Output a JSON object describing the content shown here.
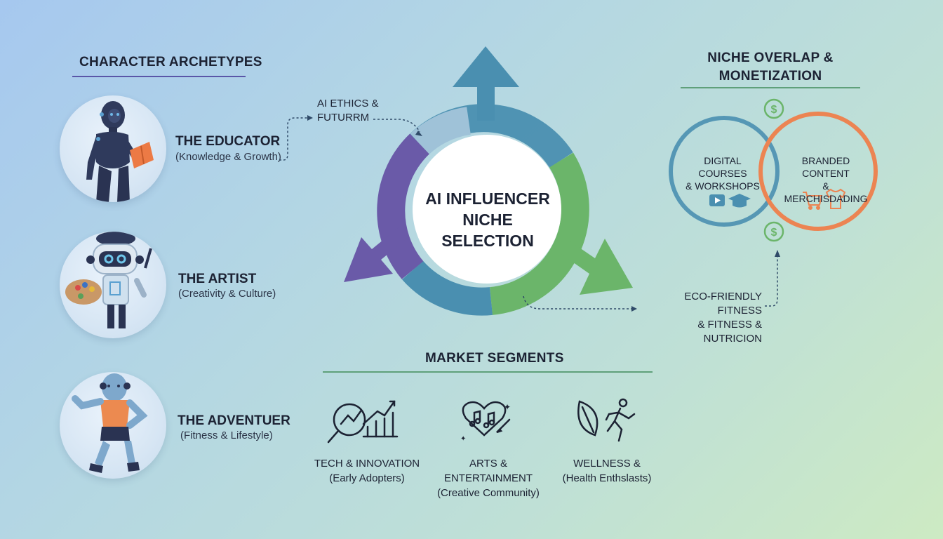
{
  "archetypes": {
    "heading": "CHARACTER ARCHETYPES",
    "items": [
      {
        "name": "THE EDUCATOR",
        "subtitle": "(Knowledge & Growth)"
      },
      {
        "name": "THE ARTIST",
        "subtitle": "(Creativity & Culture)"
      },
      {
        "name": "THE ADVENTUER",
        "subtitle": "(Fitness & Lifestyle)"
      }
    ]
  },
  "center": {
    "title_line1": "AI INFLUENCER",
    "title_line2": "NICHE SELECTION",
    "top_label_line1": "AI ETHICS &",
    "top_label_line2": "FUTURRM",
    "bottom_label_line1": "ECO-FRIENDLY FITNESS",
    "bottom_label_line2": "& FITNESS & NUTRICION"
  },
  "monetization": {
    "heading_line1": "NICHE OVERLAP &",
    "heading_line2": "MONETIZATION",
    "left_line1": "DIGITAL COURSES",
    "left_line2": "& WORKSHOPS",
    "right_line1": "BRANDED CONTENT",
    "right_line2": "& MERCHISDADING",
    "icons": [
      "dollar-icon",
      "video-play-icon",
      "graduation-cap-icon",
      "shopping-cart-icon",
      "tshirt-icon"
    ]
  },
  "segments": {
    "heading": "MARKET SEGMENTS",
    "items": [
      {
        "title": "TECH & INNOVATION",
        "subtitle": "(Early Adopters)",
        "icon": "magnifier-chart-icon"
      },
      {
        "title": "ARTS & ENTERTAINMENT",
        "subtitle": "(Creative Community)",
        "icon": "music-heart-icon"
      },
      {
        "title": "WELLNESS &",
        "subtitle": "(Health Enthslasts)",
        "icon": "leaf-runner-icon"
      }
    ]
  },
  "colors": {
    "blue": "#4a8fb0",
    "purple": "#6a5aa8",
    "green": "#6bb56a",
    "orange": "#ec8452",
    "rule_purple": "#5a56a8",
    "rule_green": "#5fa07a"
  }
}
